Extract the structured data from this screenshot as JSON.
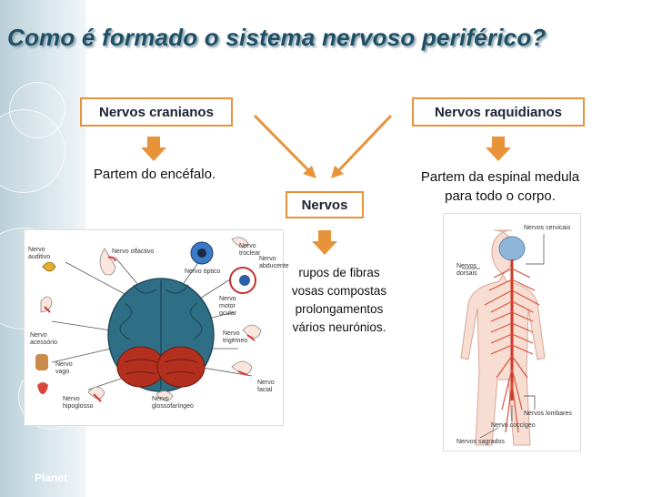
{
  "title": "Como é formado o sistema nervoso periférico?",
  "boxes": {
    "cranial": "Nervos cranianos",
    "spinal": "Nervos raquidianos",
    "nerves": "Nervos"
  },
  "descriptions": {
    "cranial": "Partem do encéfalo.",
    "spinal_line1": "Partem da espinal medula",
    "spinal_line2": "para todo o corpo.",
    "nerves_lines": [
      "rupos de fibras",
      "vosas compostas",
      "prolongamentos",
      "vários neurónios."
    ]
  },
  "brain_labels": {
    "auditivo": "Nervo auditivo",
    "olfactivo": "Nervo olfactivo",
    "troclear": "Nervo troclear",
    "optico": "Nervo óptico",
    "abducente": "Nervo abducente",
    "motor_ocular": "Nervo motor ocular",
    "trigemeo": "Nervo trigémeo",
    "acessorio": "Nervo acessório",
    "vago": "Nervo vago",
    "hipoglosso": "Nervo hipoglosso",
    "glossofaringeo": "Nervo glossofaríngeo",
    "facial": "Nervo facial"
  },
  "spine_labels": {
    "cervicais": "Nervos cervicais",
    "dorsais": "Nervos dorsais",
    "lombares": "Nervos lombares",
    "coccigeo": "Nervo coccígeo",
    "sagrados": "Nervos sagrados"
  },
  "footer": "Planet",
  "colors": {
    "box_border": "#e8923a",
    "arrow": "#e8923a",
    "title": "#1f4f66"
  }
}
